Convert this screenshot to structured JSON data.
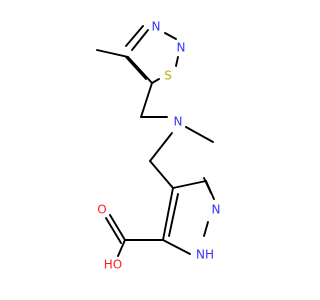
{
  "atom_labels": {
    "n_thiadiazole_upper": "N",
    "n_thiadiazole_right": "N",
    "s_thiadiazole": "S",
    "n_amine": "N",
    "n_pyrazole": "N",
    "nh_pyrazole": "NH",
    "o_carbonyl": "O",
    "oh_hydroxyl": "HO"
  },
  "colors": {
    "bond": "#000000",
    "nitrogen": "#3333ff",
    "sulfur": "#b3b300",
    "oxygen": "#ff1f1f"
  }
}
